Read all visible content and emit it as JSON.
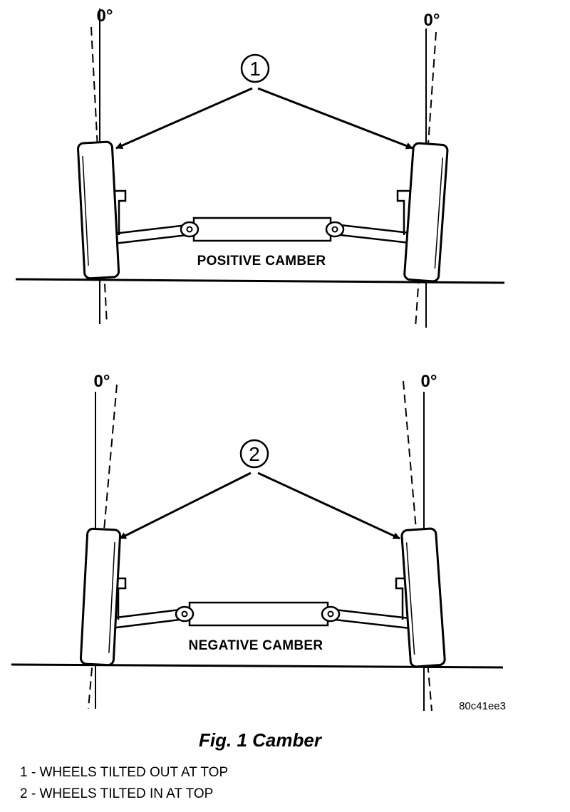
{
  "diagram": {
    "positive": {
      "caption": "POSITIVE CAMBER",
      "callout": "1",
      "zero_label_left": "0°",
      "zero_label_right": "0°"
    },
    "negative": {
      "caption": "NEGATIVE CAMBER",
      "callout": "2",
      "zero_label_left": "0°",
      "zero_label_right": "0°"
    },
    "image_code": "80c41ee3"
  },
  "figure": {
    "title": "Fig. 1 Camber"
  },
  "legend": [
    "1 - WHEELS TILTED OUT AT TOP",
    "2 - WHEELS TILTED IN AT TOP"
  ]
}
